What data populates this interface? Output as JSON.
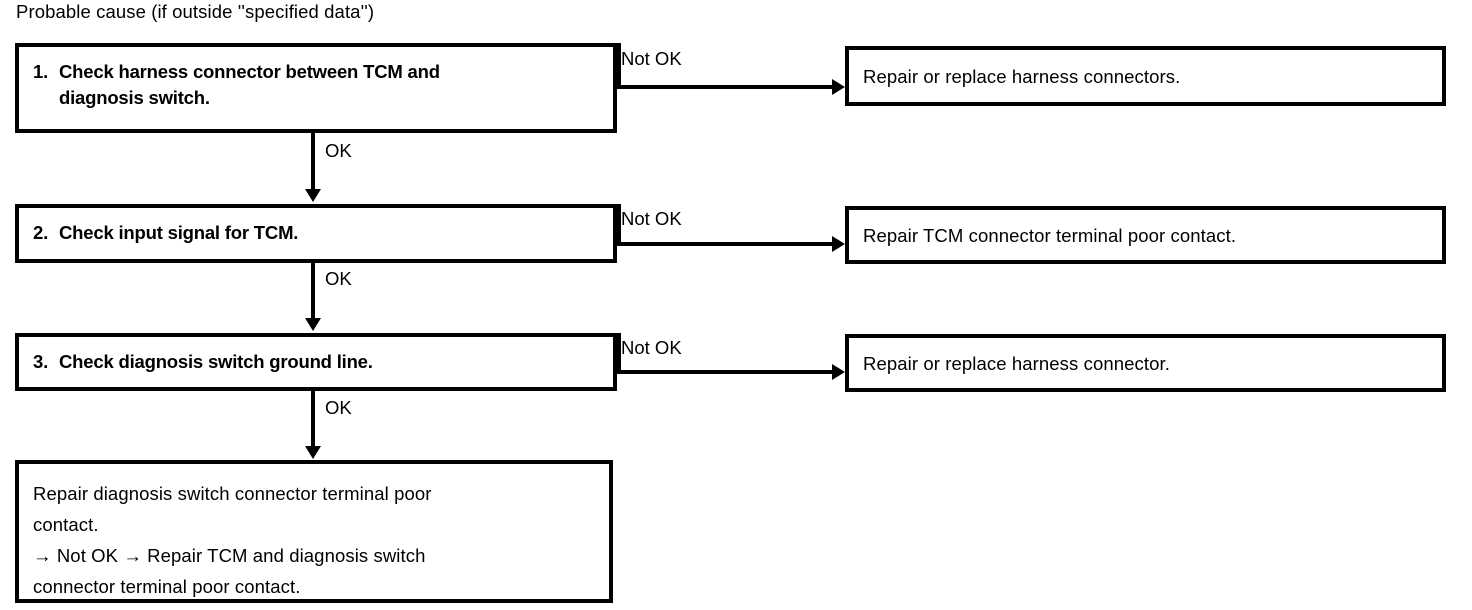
{
  "diagram": {
    "caption": "Probable cause (if outside ''specified data'')",
    "steps": [
      {
        "number": "1.",
        "line1": "Check harness connector between TCM and",
        "line2": "diagnosis switch.",
        "not_ok_label": "Not OK",
        "ok_label": "OK",
        "result": "Repair or replace harness connectors."
      },
      {
        "number": "2.",
        "line1": "Check input signal for TCM.",
        "line2": "",
        "not_ok_label": "Not OK",
        "ok_label": "OK",
        "result": "Repair TCM connector terminal poor contact."
      },
      {
        "number": "3.",
        "line1": "Check diagnosis switch ground line.",
        "line2": "",
        "not_ok_label": "Not OK",
        "ok_label": "OK",
        "result": "Repair or replace harness connector."
      }
    ],
    "final": {
      "line1": "Repair diagnosis switch connector terminal poor",
      "line2": "contact.",
      "line3": "→ Not OK → Repair TCM and diagnosis switch",
      "line4": "connector terminal poor contact."
    },
    "colors": {
      "ink": "#000000",
      "paper": "#ffffff"
    }
  }
}
